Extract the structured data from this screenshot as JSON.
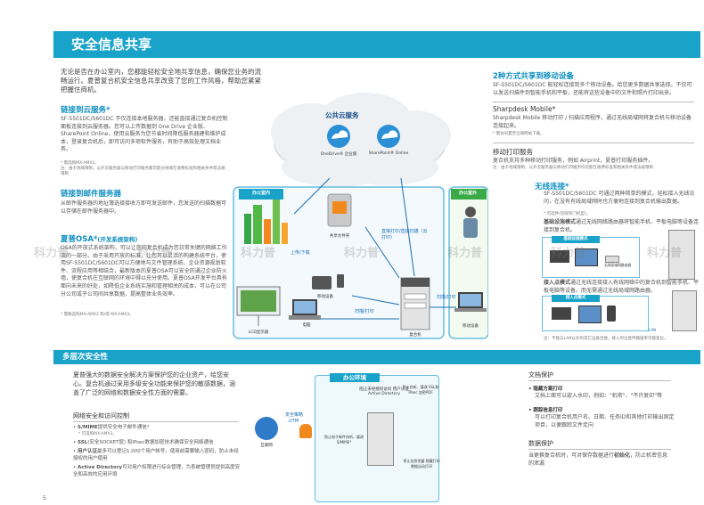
{
  "colors": {
    "accent": "#1aa3c9",
    "heading": "#0f8fc2",
    "green": "#3aaa48",
    "orange": "#f08a1c"
  },
  "header": {
    "title": "安全信息共享"
  },
  "lead": "无论是否在办公室内，您都能轻松安全地共享信息，确保您业务的流畅运行。夏普复合机安全信息共享改变了您的工作风格，帮助您紧紧把握住商机。",
  "left": {
    "cloud": {
      "title": "链接到云服务*",
      "body": "SF-S501DC/S601DC 不仅连接本地服务器，还能直接通过复合机控制面板连接到云服务器。您可以上传数据到 One Drive 企业版、SharePoint Online，使用云服务为您节省时间降低服务器建和维护成本，登录复合机后，即可访问多项软件服务，有助于高效处理文档业务。",
      "note1": "* 需选购MX-AMX2。",
      "note2": "注：由于地域限制，以外云服务器与移动打印服务都可能分地域在收费标准和相关条件或法规限制"
    },
    "mail": {
      "title": "链接到邮件服务器",
      "body": "从邮件服务器的地址簿选择接收方即可发送邮件，您发送的扫描数据可以存储在邮件服务器中。"
    },
    "osa": {
      "title": "夏普OSA*",
      "title_suffix": "(开发系统架构)",
      "body": "OSA的开放式系统架构，可以让您的复合机成为您日常关键的网络工作流的一部分。由于采用开放的标准，让您可以灵活的构建系统平台，使用SF-S501DC/S601DC可以方便地与文件管理系统、企业资源规划软件、流程应用等相结合，最新版本的夏普OSA可以安全的通过企业防火墙，使复合机在互联网的环境中得以充分使用。夏普OSA开发平台具有面向未来的好处，如降低企业系统实施和管理相关的成本，可以在公司分公司或子公司间共享数据，提高整体业务效率。",
      "note": "* 需要选购MX-AMX2 和/或 MX-AMX3。"
    }
  },
  "diagram": {
    "cloud_title": "公共云服务",
    "onedrive": "OneDrive® 企业版",
    "sharepoint": "SharePoint® Online",
    "office_label": "办公室内",
    "outside_label": "办公室外",
    "upload_download": "上传/下载",
    "file_server": "共享文件夹",
    "direct_print_scan": "直接打印/直接扫描（云打印）",
    "mobile_device": "移动设备",
    "lcd": "LCD显示器",
    "pc": "电脑",
    "copier": "复合机",
    "scan_print": "扫描/打印",
    "scan_print2": "扫描/打印"
  },
  "right": {
    "mobile": {
      "title": "2种方式共享到移动设备",
      "body": "SF-S501DC/S601DC 能轻松连接到多个移动设备。给您更多数据共享选择。不仅可以发送扫描件到智能手机和平板，还能将这些设备中的文件和照片打印出来。",
      "sharpdesk_title": "Sharpdesk Mobile*",
      "sharpdesk_body": "Sharpdesk Mobile 移动打印 / 扫描应用程序，通过无线局域网将复合机与移动设备连接起来。",
      "sharpdesk_note": "* 需访问夏普全球网站下载。",
      "mobile_print_title": "移动打印服务",
      "mobile_print_body": "复合机支持多种移动打印服务，例如 Airprint，夏普打印服务插件。",
      "mobile_print_note": "注：由于地域限制，以外云服务器与移动打印服务均可能在收费标准和相关条件或法规限制"
    },
    "wireless": {
      "title": "无线连接*",
      "body": "SF-S501DC/S601DC 可通过两种简单的模式，轻松接入无线访问，在没有有线局域网时也方便地连接到复合机输出数据。",
      "note": "* 可选件(仅限单门机型)。",
      "basic_label": "基础设施模式",
      "basic_body": "通过无线网络路由器将智能手机、平板电脑等设备连接到复合机。",
      "access_label": "接入点模式",
      "access_body": "通过无线连接接入有线网络中的复合机到智能手机、平板电脑等设备。而无需通过无线局域网路由器。",
      "fig1_label": "基础设施模式",
      "fig2_label": "接入点模式",
      "router_label": "无线局域网路由器",
      "lan_label": "LAN",
      "footnote": "注：不能与LAN以外的其它设备连接。接入时注意传输速率可能变化。"
    }
  },
  "multilayer": {
    "title": "多层次安全性",
    "intro": "夏普强大的数据安全解决方案保护您的企业资产，给您安心。复合机通过采用多级安全功能来保护您的敏感数据，涵盖了广泛的网络和数据安全性方面的需要。",
    "net_title": "网络安全和访问控制",
    "items": [
      {
        "bold": "S/MIME",
        "text": "提供安全电子邮件通信*",
        "note": "* 可选购MX-AMX3。"
      },
      {
        "bold": "SSL",
        "text": "(安全SOCKET层) 和IPsec数据加密技术确保安全网络通信",
        "note": ""
      },
      {
        "bold": "用户认证",
        "text": "最多可以登记1,000个用户帐号，使用前需要输入密码，防止未经授权的用户使用",
        "note": ""
      },
      {
        "bold": "Active Directory",
        "text": "可对用户权限进行综合管理，为系统管理员提供高度安全和高效的应用环境",
        "note": ""
      }
    ],
    "office_label": "办公环境",
    "security_policy": "安全策略",
    "utm": "UTM",
    "internet": "互联网",
    "lbl_ad": "阻止未经授权访问 用户认证 Active Directory",
    "lbl_encrypt": "防止窃听、篡改 SSL和IPsec 加密PDF",
    "lbl_email": "防止电子邮件窃听，篡改 S/MIME*",
    "lbl_stop": "停止信息泄露 隐藏打印 数据自动打印",
    "doc": {
      "title": "文档保护",
      "hidden_label": "• 隐藏方案打印",
      "hidden_body": "文档上面可以嵌入水印，例如：\"机密\"、\"不许复印\"等",
      "trace_label": "• 跟踪信息打印",
      "trace_body": "可以打印复合机用户名、日期、任务ID和其他打印输出固定项目，以便跟踪文件走向"
    },
    "data": {
      "title": "数据保护",
      "body_a": "当更换复合机时，可对保存数据进行",
      "body_b": "初始化",
      "body_c": "，防止机密信息的泄漏"
    }
  },
  "watermark": [
    "科力普",
    "科力普",
    "科力普",
    "科力普",
    "科力普",
    "科力普",
    "科力普"
  ],
  "page_number": "5"
}
